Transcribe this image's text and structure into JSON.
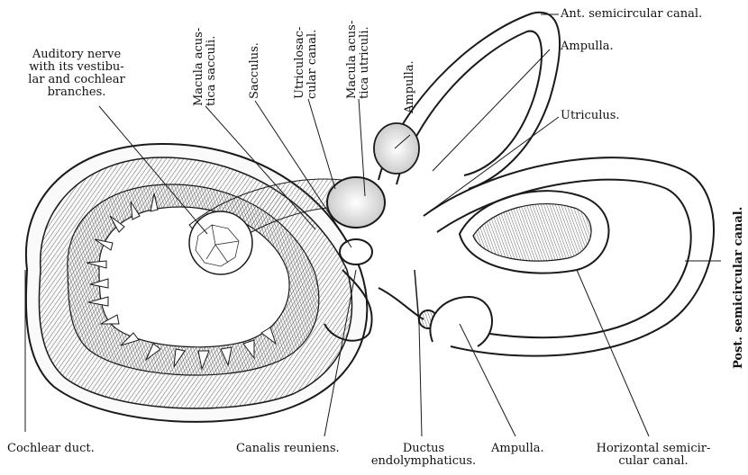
{
  "labels": {
    "ant_semicircular_canal": "Ant. semicircular canal.",
    "ampulla_top": "Ampulla.",
    "utriculus": "Utriculus.",
    "post_semicircular_canal": "Post. semicircular canal.",
    "auditory_nerve": [
      "Auditory  nerve",
      "with its vestibu-",
      "lar and cochlear",
      "branches."
    ],
    "macula_sacculi": [
      "Macula acus-",
      "tica sacculi."
    ],
    "sacculus": "Sacculus.",
    "utriculosaccular": [
      "Utriculosac-",
      "cular canal."
    ],
    "macula_utriculi": [
      "Macula acus-",
      "tica utriculi."
    ],
    "ampulla_vertical": "Ampulla.",
    "cochlear_duct": "Cochlear duct.",
    "canalis_reuniens": "Canalis reuniens.",
    "ductus": [
      "Ductus",
      "endolymphaticus."
    ],
    "ampulla_bottom": "Ampulla.",
    "horizontal": [
      "Horizontal semicir-",
      "cular canal."
    ]
  },
  "colors": {
    "line": "#1a1a1a",
    "fill": "#ffffff",
    "hatch": "#555555"
  }
}
